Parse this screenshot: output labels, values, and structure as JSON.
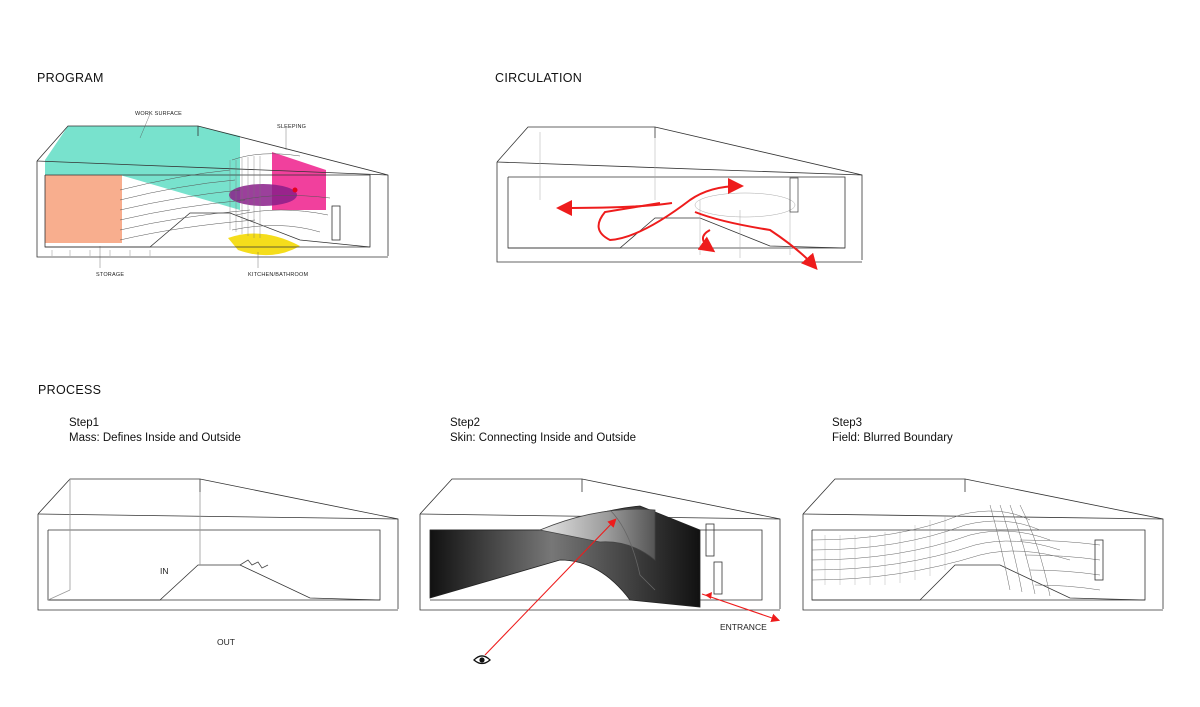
{
  "sections": {
    "program": "PROGRAM",
    "circulation": "CIRCULATION",
    "process": "PROCESS"
  },
  "program_labels": {
    "work_surface": "WORK SURFACE",
    "sleeping": "SLEEPING",
    "storage": "STORAGE",
    "kitchen_bathroom": "KITCHEN/BATHROOM"
  },
  "steps": [
    {
      "title": "Step1",
      "subtitle": "Mass: Defines Inside and Outside"
    },
    {
      "title": "Step2",
      "subtitle": "Skin: Connecting Inside and Outside"
    },
    {
      "title": "Step3",
      "subtitle": "Field: Blurred Boundary"
    }
  ],
  "step1_labels": {
    "in": "IN",
    "out": "OUT"
  },
  "step2_labels": {
    "entrance": "ENTRANCE"
  },
  "icons": {
    "viewer": "eye-icon"
  },
  "colors": {
    "work_surface": "#3fd6b8",
    "storage": "#f7a07a",
    "sleeping": "#ee1f8c",
    "kitchen_bathroom": "#f5dd1b",
    "circulation": "#ee1c1c",
    "line": "#333333"
  }
}
